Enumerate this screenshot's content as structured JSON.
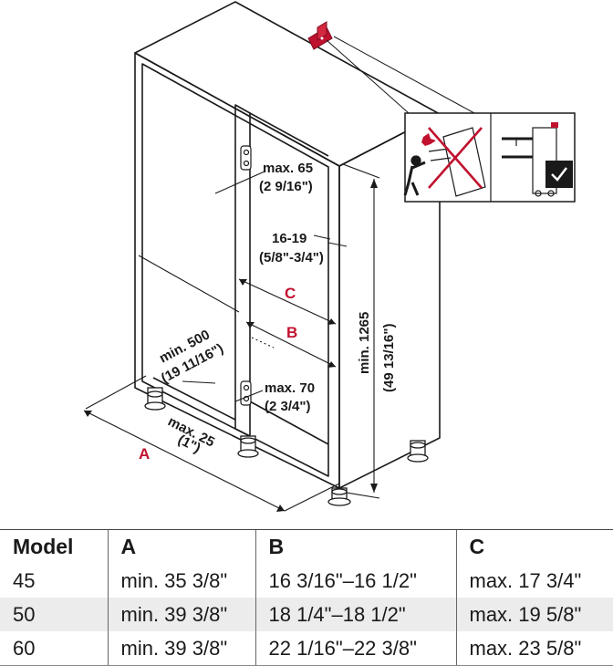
{
  "dimensions": {
    "max65": "max. 65",
    "max65_in": "(2 9/16\")",
    "range16_19": "16-19",
    "range16_19_in": "(5/8\"-3/4\")",
    "height": "min. 1265",
    "height_in": "(49 13/16\")",
    "depth": "min. 500",
    "depth_in": "(19 11/16\")",
    "max70": "max. 70",
    "max70_in": "(2 3/4\")",
    "max25": "max. 25",
    "max25_in": "(1\")"
  },
  "labels": {
    "a": "A",
    "b": "B",
    "c": "C"
  },
  "colors": {
    "accent_red": "#c0122f",
    "line": "#1a1a1a",
    "row_shade": "#ececec"
  },
  "table": {
    "headers": [
      "Model",
      "A",
      "B",
      "C"
    ],
    "rows": [
      [
        "45",
        "min. 35 3/8\"",
        "16 3/16\"–16 1/2\"",
        "max. 17 3/4\""
      ],
      [
        "50",
        "min. 39 3/8\"",
        "18 1/4\"–18 1/2\"",
        "max. 19 5/8\""
      ],
      [
        "60",
        "min. 39 3/8\"",
        "22 1/16\"–22 3/8\"",
        "max. 23 5/8\""
      ]
    ]
  }
}
